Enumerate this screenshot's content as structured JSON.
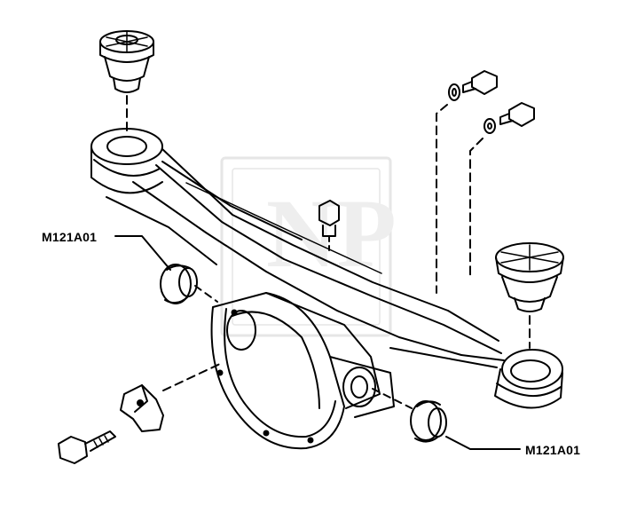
{
  "callouts": [
    {
      "part_number": "M121A01"
    },
    {
      "part_number": "M121A01"
    }
  ],
  "watermark": {
    "text": "NP"
  },
  "colors": {
    "line": "#000000",
    "background": "#ffffff",
    "watermark": "#e6e6e6"
  }
}
